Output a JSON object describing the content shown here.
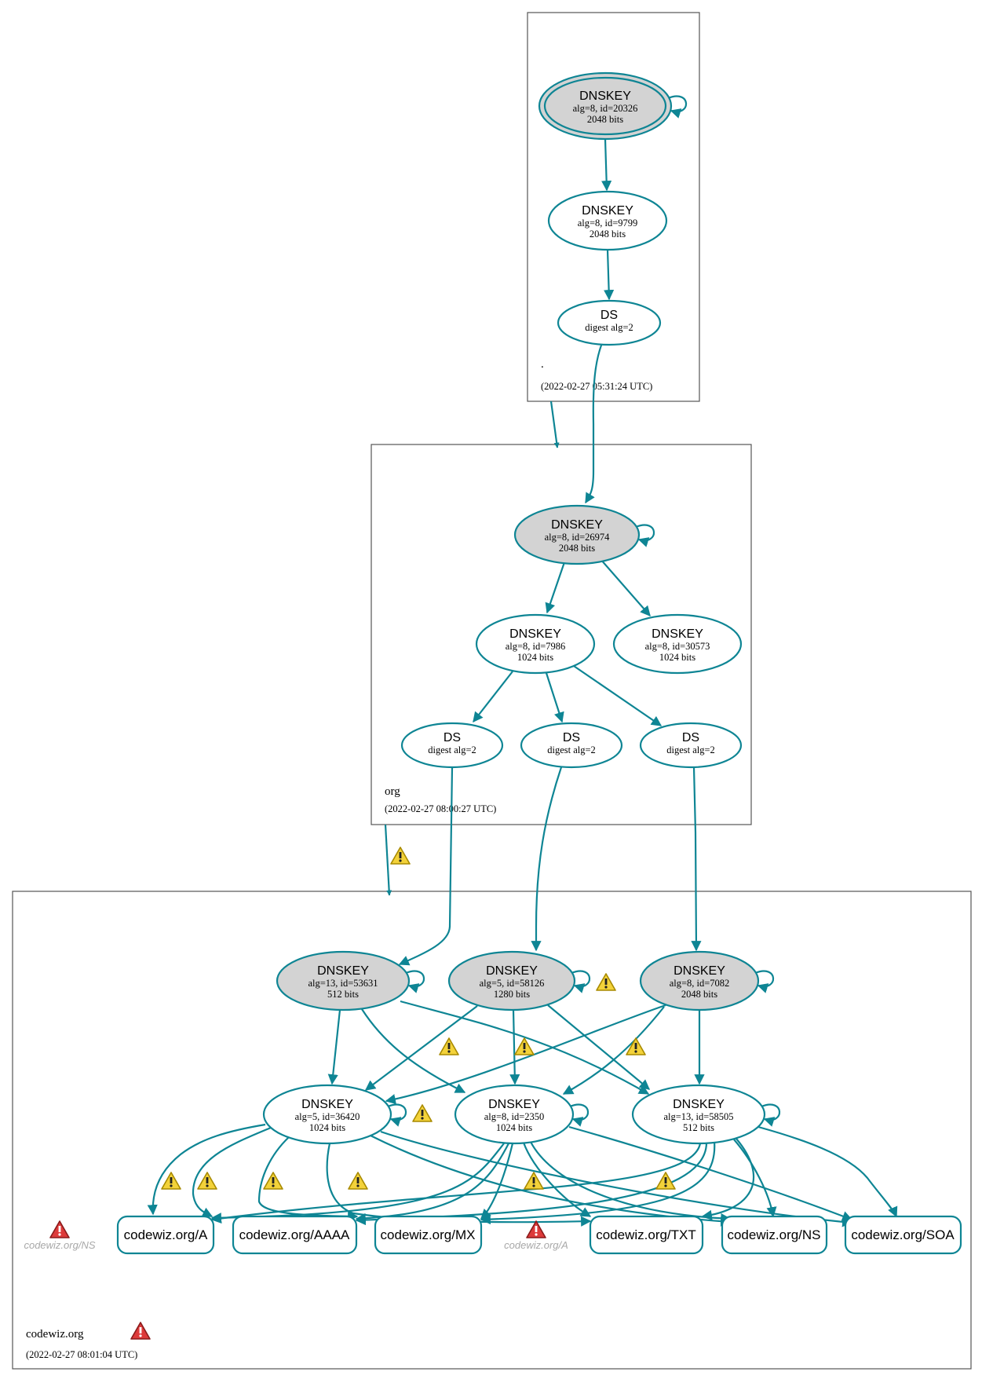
{
  "colors": {
    "edge": "#0e8594",
    "node_border": "#0e8594",
    "trust_fill": "#d3d3d3",
    "zone_border": "#555555",
    "warning_fill": "#f3d23a",
    "warning_stroke": "#a88a00",
    "error_fill": "#dd3a3a",
    "error_stroke": "#8a1b1b",
    "ghost_text": "#a8a8a8"
  },
  "zones": [
    {
      "id": "root",
      "label": ".",
      "timestamp": "(2022-02-27 05:31:24 UTC)"
    },
    {
      "id": "org",
      "label": "org",
      "timestamp": "(2022-02-27 08:00:27 UTC)"
    },
    {
      "id": "codewiz",
      "label": "codewiz.org",
      "timestamp": "(2022-02-27 08:01:04 UTC)"
    }
  ],
  "nodes": [
    {
      "id": "root_ksk",
      "title": "DNSKEY",
      "line1": "alg=8, id=20326",
      "line2": "2048 bits"
    },
    {
      "id": "root_zsk",
      "title": "DNSKEY",
      "line1": "alg=8, id=9799",
      "line2": "2048 bits"
    },
    {
      "id": "root_ds",
      "title": "DS",
      "line1": "digest alg=2",
      "line2": ""
    },
    {
      "id": "org_ksk",
      "title": "DNSKEY",
      "line1": "alg=8, id=26974",
      "line2": "2048 bits"
    },
    {
      "id": "org_zsk1",
      "title": "DNSKEY",
      "line1": "alg=8, id=7986",
      "line2": "1024 bits"
    },
    {
      "id": "org_zsk2",
      "title": "DNSKEY",
      "line1": "alg=8, id=30573",
      "line2": "1024 bits"
    },
    {
      "id": "org_ds1",
      "title": "DS",
      "line1": "digest alg=2",
      "line2": ""
    },
    {
      "id": "org_ds2",
      "title": "DS",
      "line1": "digest alg=2",
      "line2": ""
    },
    {
      "id": "org_ds3",
      "title": "DS",
      "line1": "digest alg=2",
      "line2": ""
    },
    {
      "id": "cw_k1",
      "title": "DNSKEY",
      "line1": "alg=13, id=53631",
      "line2": "512 bits"
    },
    {
      "id": "cw_k2",
      "title": "DNSKEY",
      "line1": "alg=5, id=58126",
      "line2": "1280 bits"
    },
    {
      "id": "cw_k3",
      "title": "DNSKEY",
      "line1": "alg=8, id=7082",
      "line2": "2048 bits"
    },
    {
      "id": "cw_z1",
      "title": "DNSKEY",
      "line1": "alg=5, id=36420",
      "line2": "1024 bits"
    },
    {
      "id": "cw_z2",
      "title": "DNSKEY",
      "line1": "alg=8, id=2350",
      "line2": "1024 bits"
    },
    {
      "id": "cw_z3",
      "title": "DNSKEY",
      "line1": "alg=13, id=58505",
      "line2": "512 bits"
    }
  ],
  "rrsets": [
    {
      "id": "rr_a",
      "label": "codewiz.org/A"
    },
    {
      "id": "rr_aaaa",
      "label": "codewiz.org/AAAA"
    },
    {
      "id": "rr_mx",
      "label": "codewiz.org/MX"
    },
    {
      "id": "rr_txt",
      "label": "codewiz.org/TXT"
    },
    {
      "id": "rr_ns",
      "label": "codewiz.org/NS"
    },
    {
      "id": "rr_soa",
      "label": "codewiz.org/SOA"
    }
  ],
  "ghosts": [
    {
      "id": "ghost_ns",
      "label": "codewiz.org/NS"
    },
    {
      "id": "ghost_a",
      "label": "codewiz.org/A"
    }
  ]
}
